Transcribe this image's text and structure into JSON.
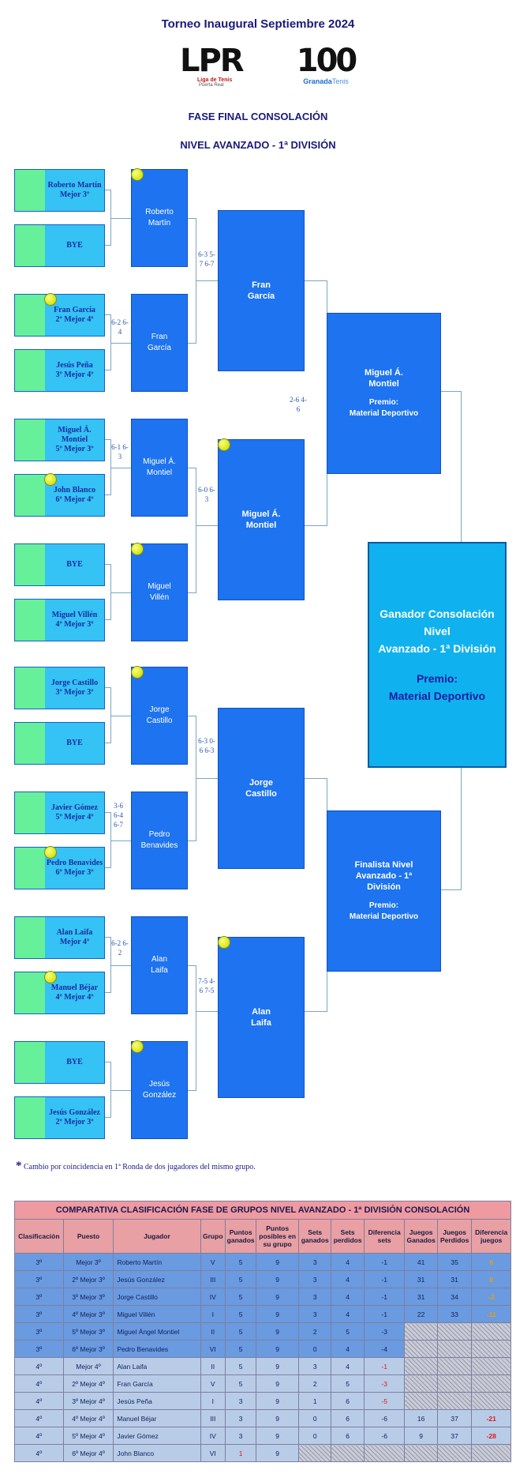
{
  "header": {
    "title": "Torneo Inaugural Septiembre 2024",
    "logo_left_text": "LPR",
    "logo_left_sub1": "Liga de Tenis",
    "logo_left_sub2": "Puerta Real",
    "logo_right_text": "100",
    "logo_right_sub1": "Granada",
    "logo_right_sub2": "Tenis",
    "phase": "FASE FINAL CONSOLACIÓN",
    "level": "NIVEL AVANZADO - 1ª DIVISIÓN"
  },
  "players": [
    {
      "name": "Roberto Martín",
      "seed": "Mejor 3º"
    },
    {
      "name": "BYE",
      "seed": ""
    },
    {
      "name": "Fran García",
      "seed": "2º Mejor 4º"
    },
    {
      "name": "Jesús Peña",
      "seed": "3º Mejor 4º"
    },
    {
      "name": "Miguel Á. Montiel",
      "seed": "5º Mejor 3º"
    },
    {
      "name": "John Blanco",
      "seed": "6º Mejor 4º"
    },
    {
      "name": "BYE",
      "seed": ""
    },
    {
      "name": "Miguel Villén",
      "seed": "4º Mejor 3º"
    },
    {
      "name": "Jorge Castillo",
      "seed": "3º Mejor 3º"
    },
    {
      "name": "BYE",
      "seed": ""
    },
    {
      "name": "Javier Gómez",
      "seed": "5º Mejor 4º"
    },
    {
      "name": "Pedro Benavides",
      "seed": "6º Mejor 3º"
    },
    {
      "name": "Alan Laifa",
      "seed": "Mejor 4º"
    },
    {
      "name": "Manuel Béjar",
      "seed": "4º Mejor 4º"
    },
    {
      "name": "BYE",
      "seed": ""
    },
    {
      "name": "Jesús González",
      "seed": "2º Mejor 3º"
    }
  ],
  "round2": [
    {
      "name": "Roberto Martín",
      "score": ""
    },
    {
      "name": "Fran García",
      "score": "6-2 6-4"
    },
    {
      "name": "Miguel Á. Montiel",
      "score": "6-1 6-3"
    },
    {
      "name": "Miguel Villén",
      "score": ""
    },
    {
      "name": "Jorge Castillo",
      "score": ""
    },
    {
      "name": "Pedro Benavides",
      "score": "3-6 6-4 6-7"
    },
    {
      "name": "Alan Laifa",
      "score": "6-2 6-2"
    },
    {
      "name": "Jesús González",
      "score": ""
    }
  ],
  "round3": [
    {
      "name": "Fran García",
      "score": "6-3 5-7 6-7"
    },
    {
      "name": "Miguel Á. Montiel",
      "score": "6-0 6-3"
    },
    {
      "name": "Jorge Castillo",
      "score": "6-3 0-6 6-3"
    },
    {
      "name": "Alan Laifa",
      "score": "7-5 4-6 7-5"
    }
  ],
  "semis": [
    {
      "name": "Miguel Á. Montiel",
      "prize_label": "Premio:",
      "prize": "Material Deportivo",
      "score": "2-6 4-6"
    },
    {
      "name": "Finalista Nivel Avanzado - 1ª División",
      "prize_label": "Premio:",
      "prize": "Material Deportivo",
      "score": ""
    }
  ],
  "winner": {
    "line1": "Ganador Consolación",
    "line2": "Nivel",
    "line3": "Avanzado - 1ª División",
    "prize_label": "Premio:",
    "prize": "Material Deportivo"
  },
  "footnote": {
    "mark": "*",
    "text": "Cambio por coincidencia en 1ª Ronda de dos jugadores del mismo grupo."
  },
  "standings": {
    "caption": "COMPARATIVA CLASIFICACIÓN FASE DE GRUPOS NIVEL AVANZADO - 1ª DIVISIÓN CONSOLACIÓN",
    "headers": [
      "Clasificación",
      "Puesto",
      "Jugador",
      "Grupo",
      "Puntos ganados",
      "Puntos posibles en su grupo",
      "Sets ganados",
      "Sets perdidos",
      "Diferencia sets",
      "Juegos Ganados",
      "Juegos Perdidos",
      "Diferencia juegos"
    ],
    "rows": [
      [
        "3º",
        "Mejor 3º",
        "Roberto Martín",
        "V",
        "5",
        "9",
        "3",
        "4",
        "-1",
        "41",
        "35",
        "6"
      ],
      [
        "3º",
        "2º Mejor 3º",
        "Jesús González",
        "III",
        "5",
        "9",
        "3",
        "4",
        "-1",
        "31",
        "31",
        "0"
      ],
      [
        "3º",
        "3º Mejor 3º",
        "Jorge Castillo",
        "IV",
        "5",
        "9",
        "3",
        "4",
        "-1",
        "31",
        "34",
        "-3"
      ],
      [
        "3º",
        "4º Mejor 3º",
        "Miguel Villén",
        "I",
        "5",
        "9",
        "3",
        "4",
        "-1",
        "22",
        "33",
        "-11"
      ],
      [
        "3º",
        "5º Mejor 3º",
        "Miguel Ángel Montiel",
        "II",
        "5",
        "9",
        "2",
        "5",
        "-3",
        "",
        "",
        ""
      ],
      [
        "3º",
        "6º Mejor 3º",
        "Pedro Benavides",
        "VI",
        "5",
        "9",
        "0",
        "4",
        "-4",
        "",
        "",
        ""
      ],
      [
        "4º",
        "Mejor 4º",
        "Alan Laifa",
        "II",
        "5",
        "9",
        "3",
        "4",
        "-1",
        "",
        "",
        ""
      ],
      [
        "4º",
        "2º Mejor 4º",
        "Fran García",
        "V",
        "5",
        "9",
        "2",
        "5",
        "-3",
        "",
        "",
        ""
      ],
      [
        "4º",
        "3º Mejor 4º",
        "Jesús Peña",
        "I",
        "3",
        "9",
        "1",
        "6",
        "-5",
        "",
        "",
        ""
      ],
      [
        "4º",
        "4º Mejor 4º",
        "Manuel Béjar",
        "III",
        "3",
        "9",
        "0",
        "6",
        "-6",
        "16",
        "37",
        "-21"
      ],
      [
        "4º",
        "5º Mejor 4º",
        "Javier Gómez",
        "IV",
        "3",
        "9",
        "0",
        "6",
        "-6",
        "9",
        "37",
        "-28"
      ],
      [
        "4º",
        "6º Mejor 4º",
        "John Blanco",
        "VI",
        "1",
        "9",
        "",
        "",
        "",
        "",
        "",
        ""
      ]
    ]
  }
}
